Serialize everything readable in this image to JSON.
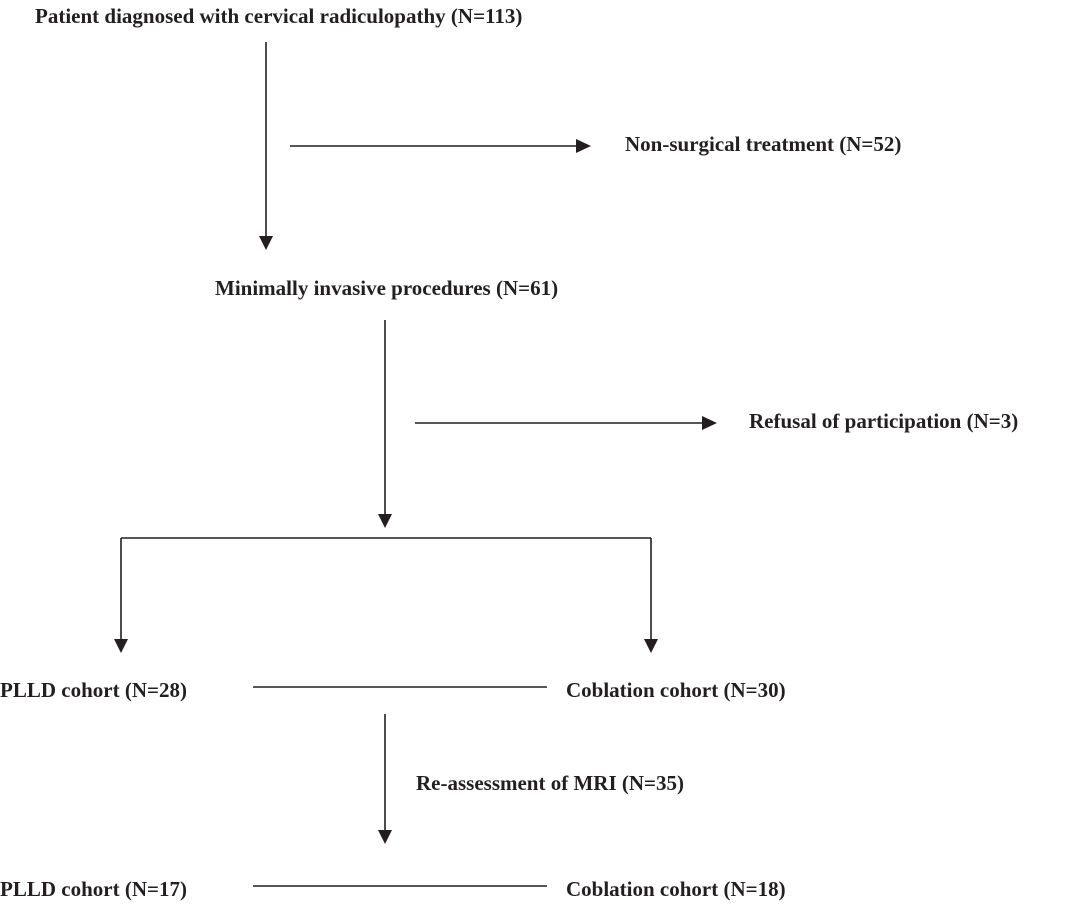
{
  "nodes": {
    "root": "Patient diagnosed with cervical radiculopathy (N=113)",
    "non_surgical": "Non-surgical treatment (N=52)",
    "minimally_invasive": "Minimally invasive procedures (N=61)",
    "refusal": "Refusal of participation (N=3)",
    "plld_cohort_1": "PLLD cohort (N=28)",
    "coblation_cohort_1": "Coblation cohort (N=30)",
    "reassessment": "Re-assessment of MRI (N=35)",
    "plld_cohort_2": "PLLD cohort (N=17)",
    "coblation_cohort_2": "Coblation cohort (N=18)"
  },
  "colors": {
    "ink": "#231f20",
    "background": "#ffffff"
  }
}
